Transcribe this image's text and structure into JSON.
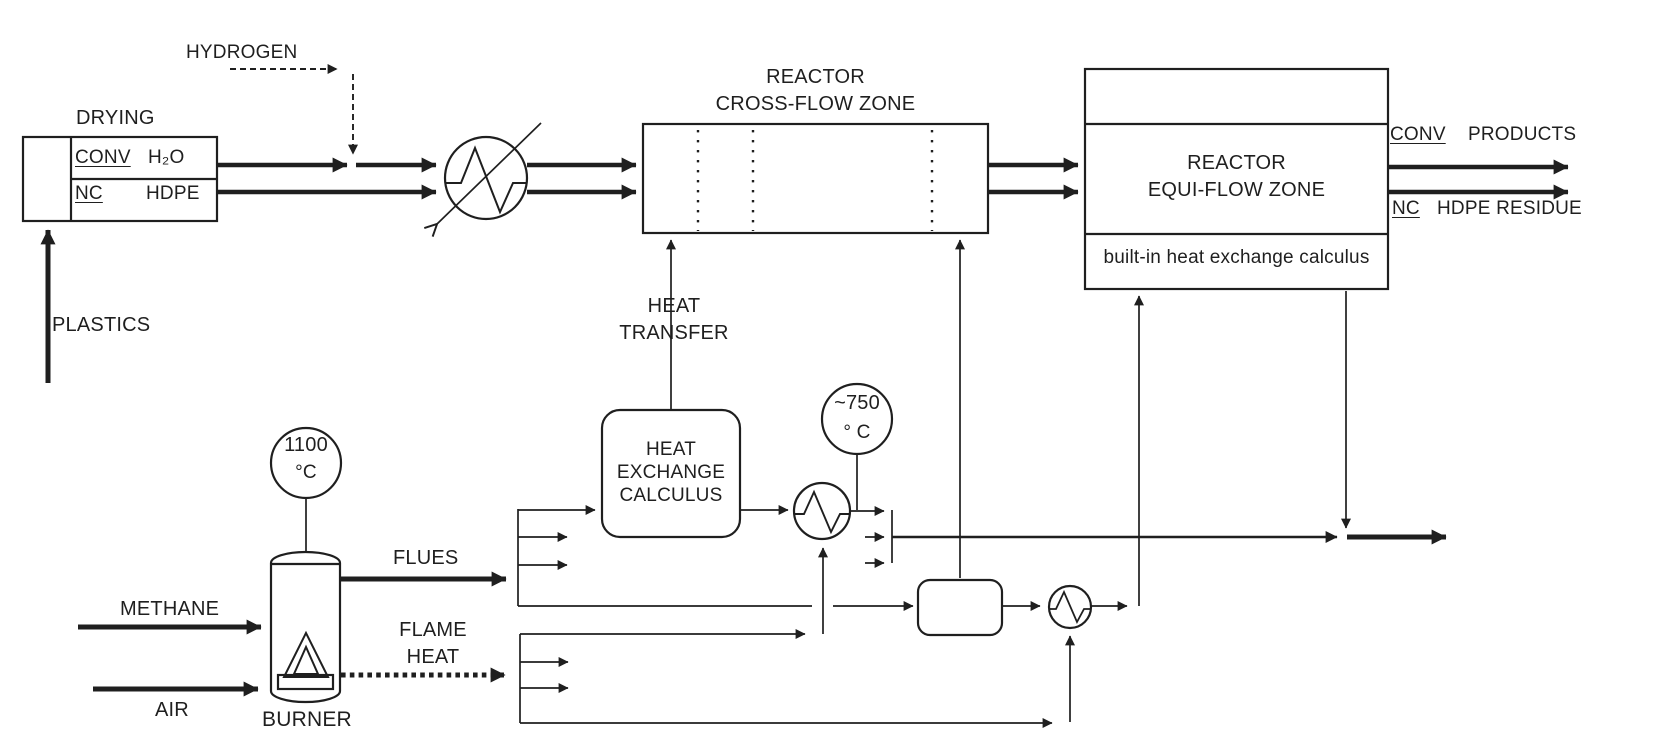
{
  "colors": {
    "ink": "#1f1f1f",
    "bg": "#ffffff"
  },
  "feeds": {
    "hydrogen": "HYDROGEN",
    "plastics": "PLASTICS",
    "methane": "METHANE",
    "air": "AIR"
  },
  "drying": {
    "title": "DRYING",
    "conv": "CONV",
    "h2o": "H₂O",
    "nc": "NC",
    "hdpe": "HDPE"
  },
  "reactor_cross_flow": {
    "title_lines": [
      "REACTOR",
      "CROSS-FLOW ZONE"
    ]
  },
  "reactor_equi_flow": {
    "title_lines": [
      "REACTOR",
      "EQUI-FLOW ZONE"
    ],
    "note": "built-in heat exchange calculus",
    "conv": "CONV",
    "products": "PRODUCTS",
    "nc": "NC",
    "residue": "HDPE RESIDUE"
  },
  "heat_transfer": {
    "lines": [
      "HEAT",
      "TRANSFER"
    ]
  },
  "heat_exchange_calculus": {
    "lines": [
      "HEAT",
      "EXCHANGE",
      "CALCULUS"
    ]
  },
  "sensors": {
    "flue": {
      "value": "~750",
      "unit": "° C"
    },
    "burner": {
      "value": "1100",
      "unit": "°C"
    }
  },
  "burner": {
    "label": "BURNER",
    "flues": "FLUES",
    "flame_heat_lines": [
      "FLAME",
      "HEAT"
    ]
  }
}
